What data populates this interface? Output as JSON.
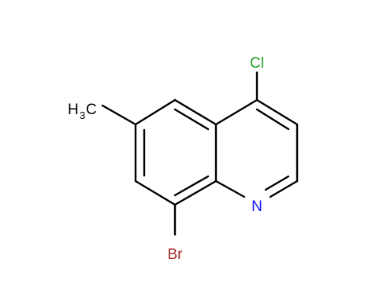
{
  "molecule": {
    "labels": {
      "cl": "Cl",
      "br": "Br",
      "n": "N",
      "methyl_main": "H",
      "methyl_sub": "3",
      "methyl_c": "C"
    },
    "colors": {
      "bond": "#000000",
      "cl": "#1fa01f",
      "br": "#a52a2a",
      "n": "#1a1aff",
      "c": "#000000"
    }
  }
}
